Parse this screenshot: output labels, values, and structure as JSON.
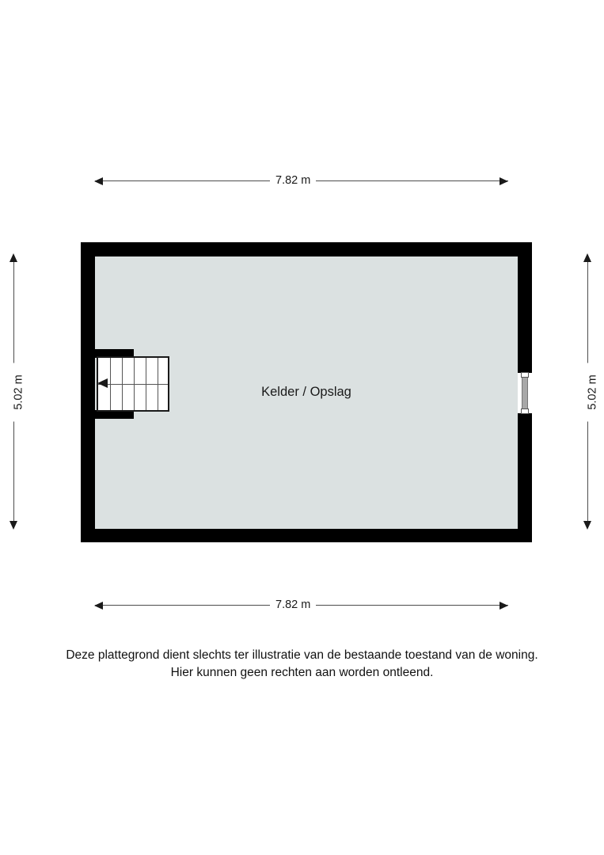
{
  "plan": {
    "room_label": "Kelder / Opslag",
    "dimensions": {
      "top": "7.82 m",
      "bottom": "7.82 m",
      "left": "5.02 m",
      "right": "5.02 m"
    },
    "colors": {
      "wall": "#000000",
      "floor": "#dbe1e1",
      "dimension_line": "#4d4d4d",
      "text": "#1a1a1a",
      "window_pane": "#a8a8a8",
      "background": "#ffffff"
    },
    "features": {
      "staircase": {
        "name": "staircase",
        "direction_arrow": "arrow-left",
        "step_count": 6
      },
      "window": {
        "name": "window",
        "wall": "right"
      }
    }
  },
  "disclaimer": {
    "line1": "Deze plattegrond dient slechts ter illustratie van de bestaande toestand van de woning.",
    "line2": "Hier kunnen geen rechten aan worden ontleend."
  }
}
